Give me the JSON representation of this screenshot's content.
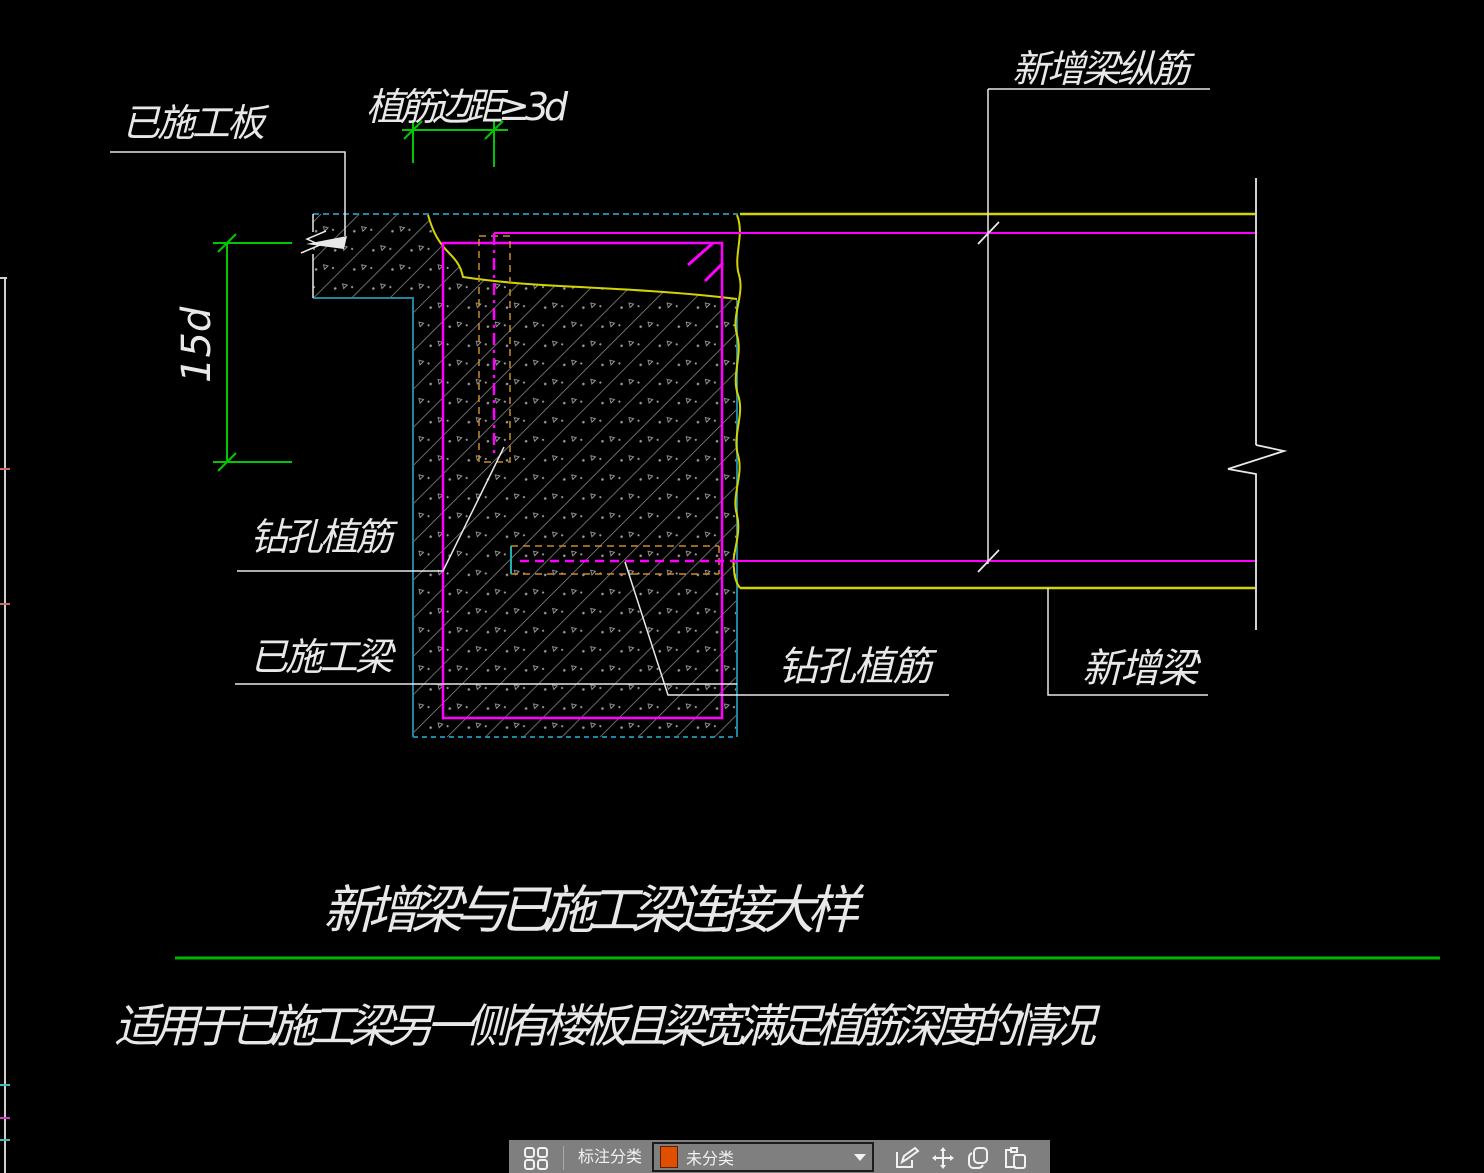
{
  "colors": {
    "background": "#000000",
    "cyan_outline": "#1E86A0",
    "yellow": "#D4D400",
    "magenta": "#FF00FF",
    "green": "#00C800",
    "orange_dashed": "#C98A2A",
    "hatch_gray": "#8C8C8C",
    "white_line": "#E8E8E8",
    "toolbar_bg": "#7F7F7F",
    "category_swatch": "#E04E00"
  },
  "labels": {
    "slab_existing": "已施工板",
    "edge_distance": "植筋边距≥3d",
    "new_beam_rebar": "新增梁纵筋",
    "anchor_depth": "15d",
    "drilled_rebar_left": "钻孔植筋",
    "beam_existing": "已施工梁",
    "drilled_rebar_right": "钻孔植筋",
    "new_beam": "新增梁"
  },
  "title": {
    "text": "新增梁与已施工梁连接大样"
  },
  "note": {
    "text": "适用于已施工梁另一侧有楼板且梁宽满足植筋深度的情况"
  },
  "toolbar": {
    "classify_label": "标注分类",
    "category": {
      "value": "未分类"
    },
    "icon_names": [
      "grid-view-icon",
      "edit-icon",
      "move-icon",
      "copy-icon",
      "paste-icon"
    ]
  }
}
